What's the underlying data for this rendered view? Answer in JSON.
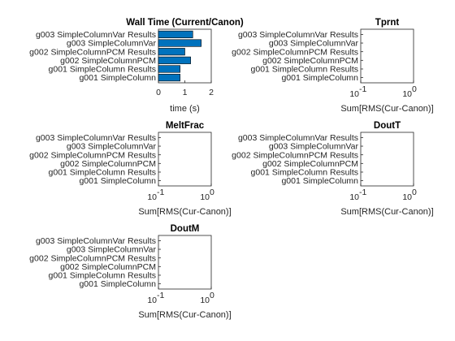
{
  "chart_data": [
    {
      "type": "bar",
      "orientation": "horizontal",
      "title": "Wall Time (Current/Canon)",
      "categories": [
        "g003 SimpleColumnVar Results",
        "g003 SimpleColumnVar",
        "g002 SimpleColumnPCM Results",
        "g002 SimpleColumnPCM",
        "g001 SimpleColumn Results",
        "g001 SimpleColumn"
      ],
      "values": [
        1.3,
        1.62,
        1.0,
        1.22,
        0.82,
        0.82
      ],
      "xlabel": "time (s)",
      "xlim": [
        0,
        2
      ],
      "xticks": [
        "0",
        "1",
        "2"
      ],
      "scale": "linear",
      "color": "#0072BD"
    },
    {
      "type": "bar",
      "orientation": "horizontal",
      "title": "Tprnt",
      "categories": [
        "g003 SimpleColumnVar Results",
        "g003 SimpleColumnVar",
        "g002 SimpleColumnPCM Results",
        "g002 SimpleColumnPCM",
        "g001 SimpleColumn Results",
        "g001 SimpleColumn"
      ],
      "values": [],
      "xlabel": "Sum[RMS(Cur-Canon)]",
      "xlim": [
        0.1,
        1
      ],
      "xticks": [
        {
          "base": "10",
          "exp": "-1"
        },
        {
          "base": "10",
          "exp": "0"
        }
      ],
      "scale": "log"
    },
    {
      "type": "bar",
      "orientation": "horizontal",
      "title": "MeltFrac",
      "categories": [
        "g003 SimpleColumnVar Results",
        "g003 SimpleColumnVar",
        "g002 SimpleColumnPCM Results",
        "g002 SimpleColumnPCM",
        "g001 SimpleColumn Results",
        "g001 SimpleColumn"
      ],
      "values": [],
      "xlabel": "Sum[RMS(Cur-Canon)]",
      "xlim": [
        0.1,
        1
      ],
      "xticks": [
        {
          "base": "10",
          "exp": "-1"
        },
        {
          "base": "10",
          "exp": "0"
        }
      ],
      "scale": "log"
    },
    {
      "type": "bar",
      "orientation": "horizontal",
      "title": "DoutT",
      "categories": [
        "g003 SimpleColumnVar Results",
        "g003 SimpleColumnVar",
        "g002 SimpleColumnPCM Results",
        "g002 SimpleColumnPCM",
        "g001 SimpleColumn Results",
        "g001 SimpleColumn"
      ],
      "values": [],
      "xlabel": "Sum[RMS(Cur-Canon)]",
      "xlim": [
        0.1,
        1
      ],
      "xticks": [
        {
          "base": "10",
          "exp": "-1"
        },
        {
          "base": "10",
          "exp": "0"
        }
      ],
      "scale": "log"
    },
    {
      "type": "bar",
      "orientation": "horizontal",
      "title": "DoutM",
      "categories": [
        "g003 SimpleColumnVar Results",
        "g003 SimpleColumnVar",
        "g002 SimpleColumnPCM Results",
        "g002 SimpleColumnPCM",
        "g001 SimpleColumn Results",
        "g001 SimpleColumn"
      ],
      "values": [],
      "xlabel": "Sum[RMS(Cur-Canon)]",
      "xlim": [
        0.1,
        1
      ],
      "xticks": [
        {
          "base": "10",
          "exp": "-1"
        },
        {
          "base": "10",
          "exp": "0"
        }
      ],
      "scale": "log"
    }
  ]
}
